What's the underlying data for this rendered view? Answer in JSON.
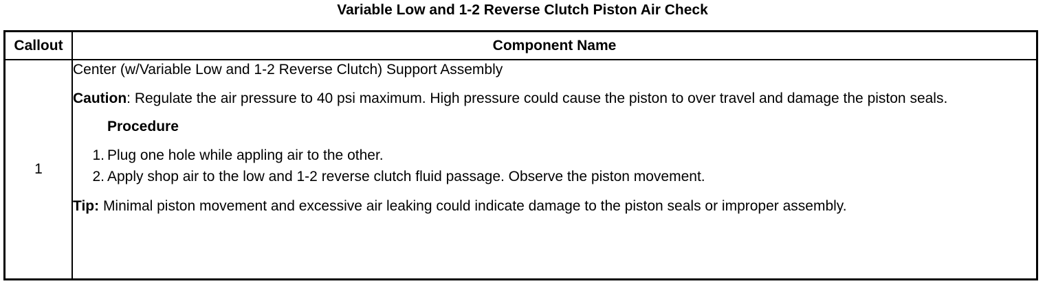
{
  "title": "Variable Low and 1-2 Reverse Clutch Piston Air Check",
  "table": {
    "headers": {
      "callout": "Callout",
      "component_name": "Component Name"
    },
    "rows": [
      {
        "callout": "1",
        "component": "Center (w/Variable Low and 1-2 Reverse Clutch) Support Assembly",
        "caution_label": "Caution",
        "caution_colon": ":",
        "caution_text": " Regulate the air pressure to 40 psi maximum. High pressure could cause the piston to over travel and damage the piston seals.",
        "procedure_heading": "Procedure",
        "steps": [
          {
            "num": "1.",
            "text": "Plug one hole while appling air to the other."
          },
          {
            "num": "2.",
            "text": "Apply shop air to the low and 1-2 reverse clutch fluid passage. Observe the piston movement."
          }
        ],
        "tip_label": "Tip:",
        "tip_text": " Minimal piston movement and excessive air leaking could indicate damage to the piston seals or improper assembly."
      }
    ]
  }
}
